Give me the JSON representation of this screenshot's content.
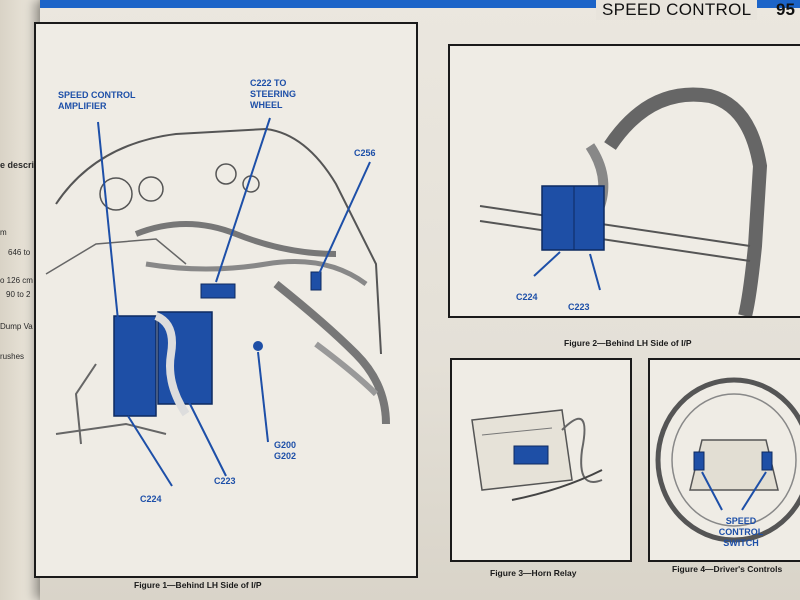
{
  "header": {
    "title": "SPEED CONTROL",
    "page_number": "95"
  },
  "left_page": {
    "fragments": [
      "e descriptio",
      "m",
      "646 to",
      "o 126 cm",
      "90 to 2",
      "Dump Va",
      "rushes"
    ]
  },
  "figures": {
    "fig1": {
      "caption": "Figure 1—Behind LH Side of I/P",
      "callouts": {
        "amplifier": "SPEED CONTROL AMPLIFIER",
        "c222": "C222 TO STEERING WHEEL",
        "c256": "C256",
        "g200": "G200 G202",
        "c223": "C223",
        "c224": "C224"
      }
    },
    "fig2": {
      "caption": "Figure 2—Behind LH Side of I/P",
      "callouts": {
        "c224": "C224",
        "c223": "C223"
      }
    },
    "fig3": {
      "caption": "Figure 3—Horn Relay"
    },
    "fig4": {
      "caption": "Figure 4—Driver's Controls",
      "callouts": {
        "switch": "SPEED CONTROL SWITCH"
      }
    }
  },
  "colors": {
    "accent_blue": "#1c64c8",
    "callout_blue": "#1d4fa8",
    "line_dark": "#1a1a1a"
  }
}
